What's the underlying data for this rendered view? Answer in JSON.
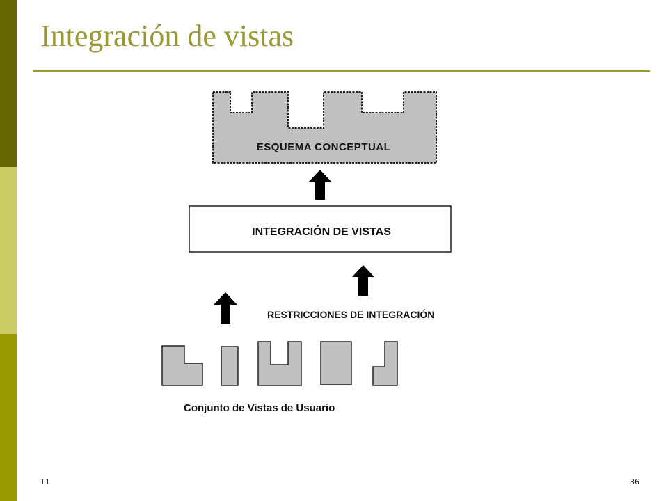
{
  "slide": {
    "title": "Integración de vistas",
    "footer_left": "T1",
    "footer_right": "36"
  },
  "colors": {
    "band_top": "#666600",
    "band_middle": "#cccc66",
    "band_bottom": "#999900",
    "title": "#999933",
    "schema_fill": "#c0c0c0"
  },
  "diagram": {
    "conceptual_schema_label": "ESQUEMA CONCEPTUAL",
    "integration_box_label": "INTEGRACIÓN DE VISTAS",
    "restrictions_label": "RESTRICCIONES DE INTEGRACIÓN",
    "user_views_label": "Conjunto de Vistas de Usuario",
    "user_view_count": 5
  }
}
